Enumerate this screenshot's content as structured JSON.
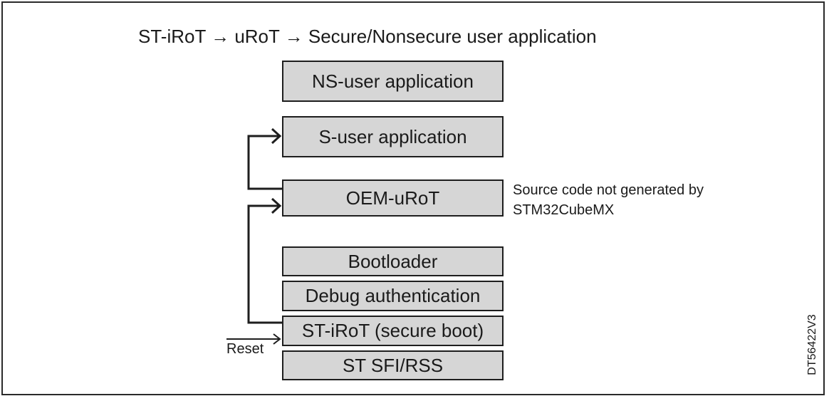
{
  "title": "ST-iRoT → uRoT → Secure/Nonsecure user application",
  "blocks": [
    {
      "id": "ns-user-application",
      "label": "NS-user application"
    },
    {
      "id": "s-user-application",
      "label": "S-user application"
    },
    {
      "id": "oem-urot",
      "label": "OEM-uRoT"
    },
    {
      "id": "bootloader",
      "label": "Bootloader"
    },
    {
      "id": "debug-authentication",
      "label": "Debug authentication"
    },
    {
      "id": "st-irot",
      "label": "ST-iRoT (secure boot)"
    },
    {
      "id": "st-sfi-rss",
      "label": "ST SFI/RSS"
    }
  ],
  "note": {
    "line1": "Source code not generated by",
    "line2": "STM32CubeMX"
  },
  "reset_label": "Reset",
  "doc_id": "DT56422V3"
}
